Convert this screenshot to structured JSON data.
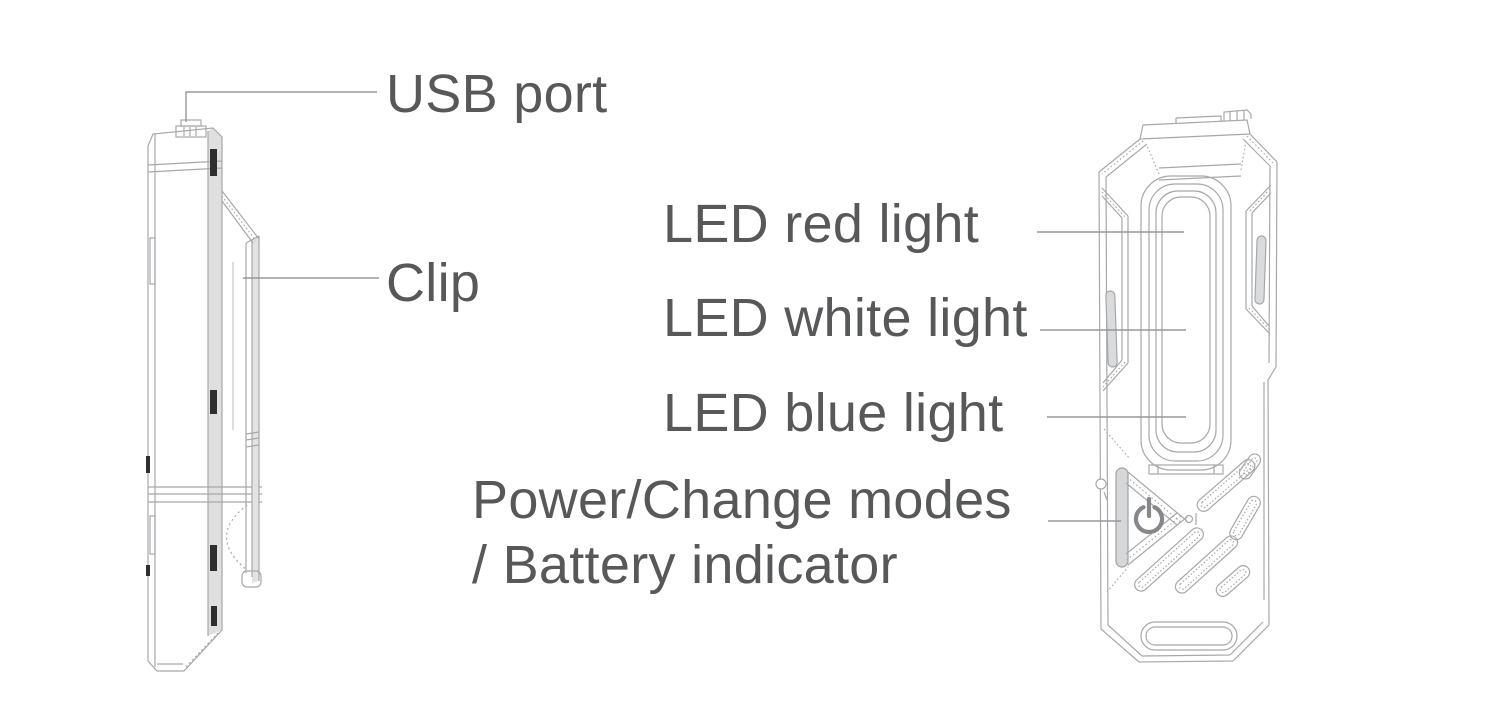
{
  "diagram": {
    "type": "product-annotation-diagram",
    "views": {
      "left": "side-view-with-clip",
      "right": "front-view-with-led-panel"
    },
    "labels": {
      "usb_port": "USB port",
      "clip": "Clip",
      "led_red": "LED red light",
      "led_white": "LED white light",
      "led_blue": "LED blue light",
      "power_line_1": "Power/Change modes",
      "power_line_2": "/ Battery indicator"
    },
    "icons": [
      {
        "name": "power-icon",
        "glyph": "⏻"
      }
    ],
    "colors": {
      "background": "#ffffff",
      "label_text": "#57585a",
      "outline": "#a7a8aa",
      "shade": "#dfdfe0",
      "dark_accent": "#2e2e2f",
      "leader_line": "#97989a"
    }
  }
}
